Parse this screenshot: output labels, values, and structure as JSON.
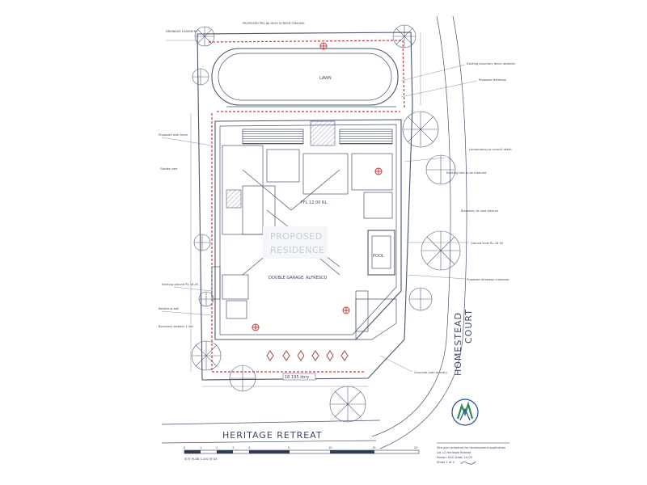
{
  "colors": {
    "paper": "#ffffff",
    "ink": "#4a5470",
    "boundary_red": "#cc3b3b",
    "pool_fill": "#dfe6f2",
    "building_fill": "#e9ecf2",
    "logo_green": "#2e8b57",
    "logo_blue": "#1f4fa0"
  },
  "labels": {
    "top_boundary": "PROPOSED PRL 8b HIGH SCREEN FENCING",
    "proposed": "PROPOSED",
    "residence": "RESIDENCE",
    "street_bottom": "HERITAGE RETREAT",
    "street_right_1": "HOMESTEAD",
    "street_right_2": "COURT",
    "levels": "FFL 12.00 RL",
    "lot_note": "DRAINAGE EASEMENT",
    "rl_tag": "18.195 dory",
    "scale_title": "SITE PLAN 1:200 @ A3",
    "pool_label": "POOL",
    "lawn_label": "LAWN",
    "garage_label": "DOUBLE GARAGE",
    "alfresco_label": "ALFRESCO"
  },
  "scale_bar": {
    "ticks": [
      "0",
      "1",
      "2",
      "3",
      "4",
      "5",
      "10",
      "15",
      "20"
    ]
  },
  "notes_right": [
    "Existing boundary fence retained",
    "Proposed letterbox",
    "Landscaping to council detail",
    "Existing tree to be retained",
    "Boundary to road reserve",
    "Ground level RL 18.30",
    "Proposed driveway crossover",
    "Concrete path to entry"
  ],
  "notes_left": [
    "Proposed side fence",
    "Garden bed",
    "Existing ground RL 18.20",
    "Retaining wall",
    "Boundary setback 1.5m"
  ],
  "title_block": {
    "line1": "Site plan prepared for development application",
    "line2": "Lot 12 Heritage Retreat",
    "line3": "Drawn: ASG   Date: 14.03",
    "line4": "Sheet 1 of 4"
  },
  "icons": {
    "logo": "company-logo-icon",
    "north": "north-arrow-icon"
  }
}
